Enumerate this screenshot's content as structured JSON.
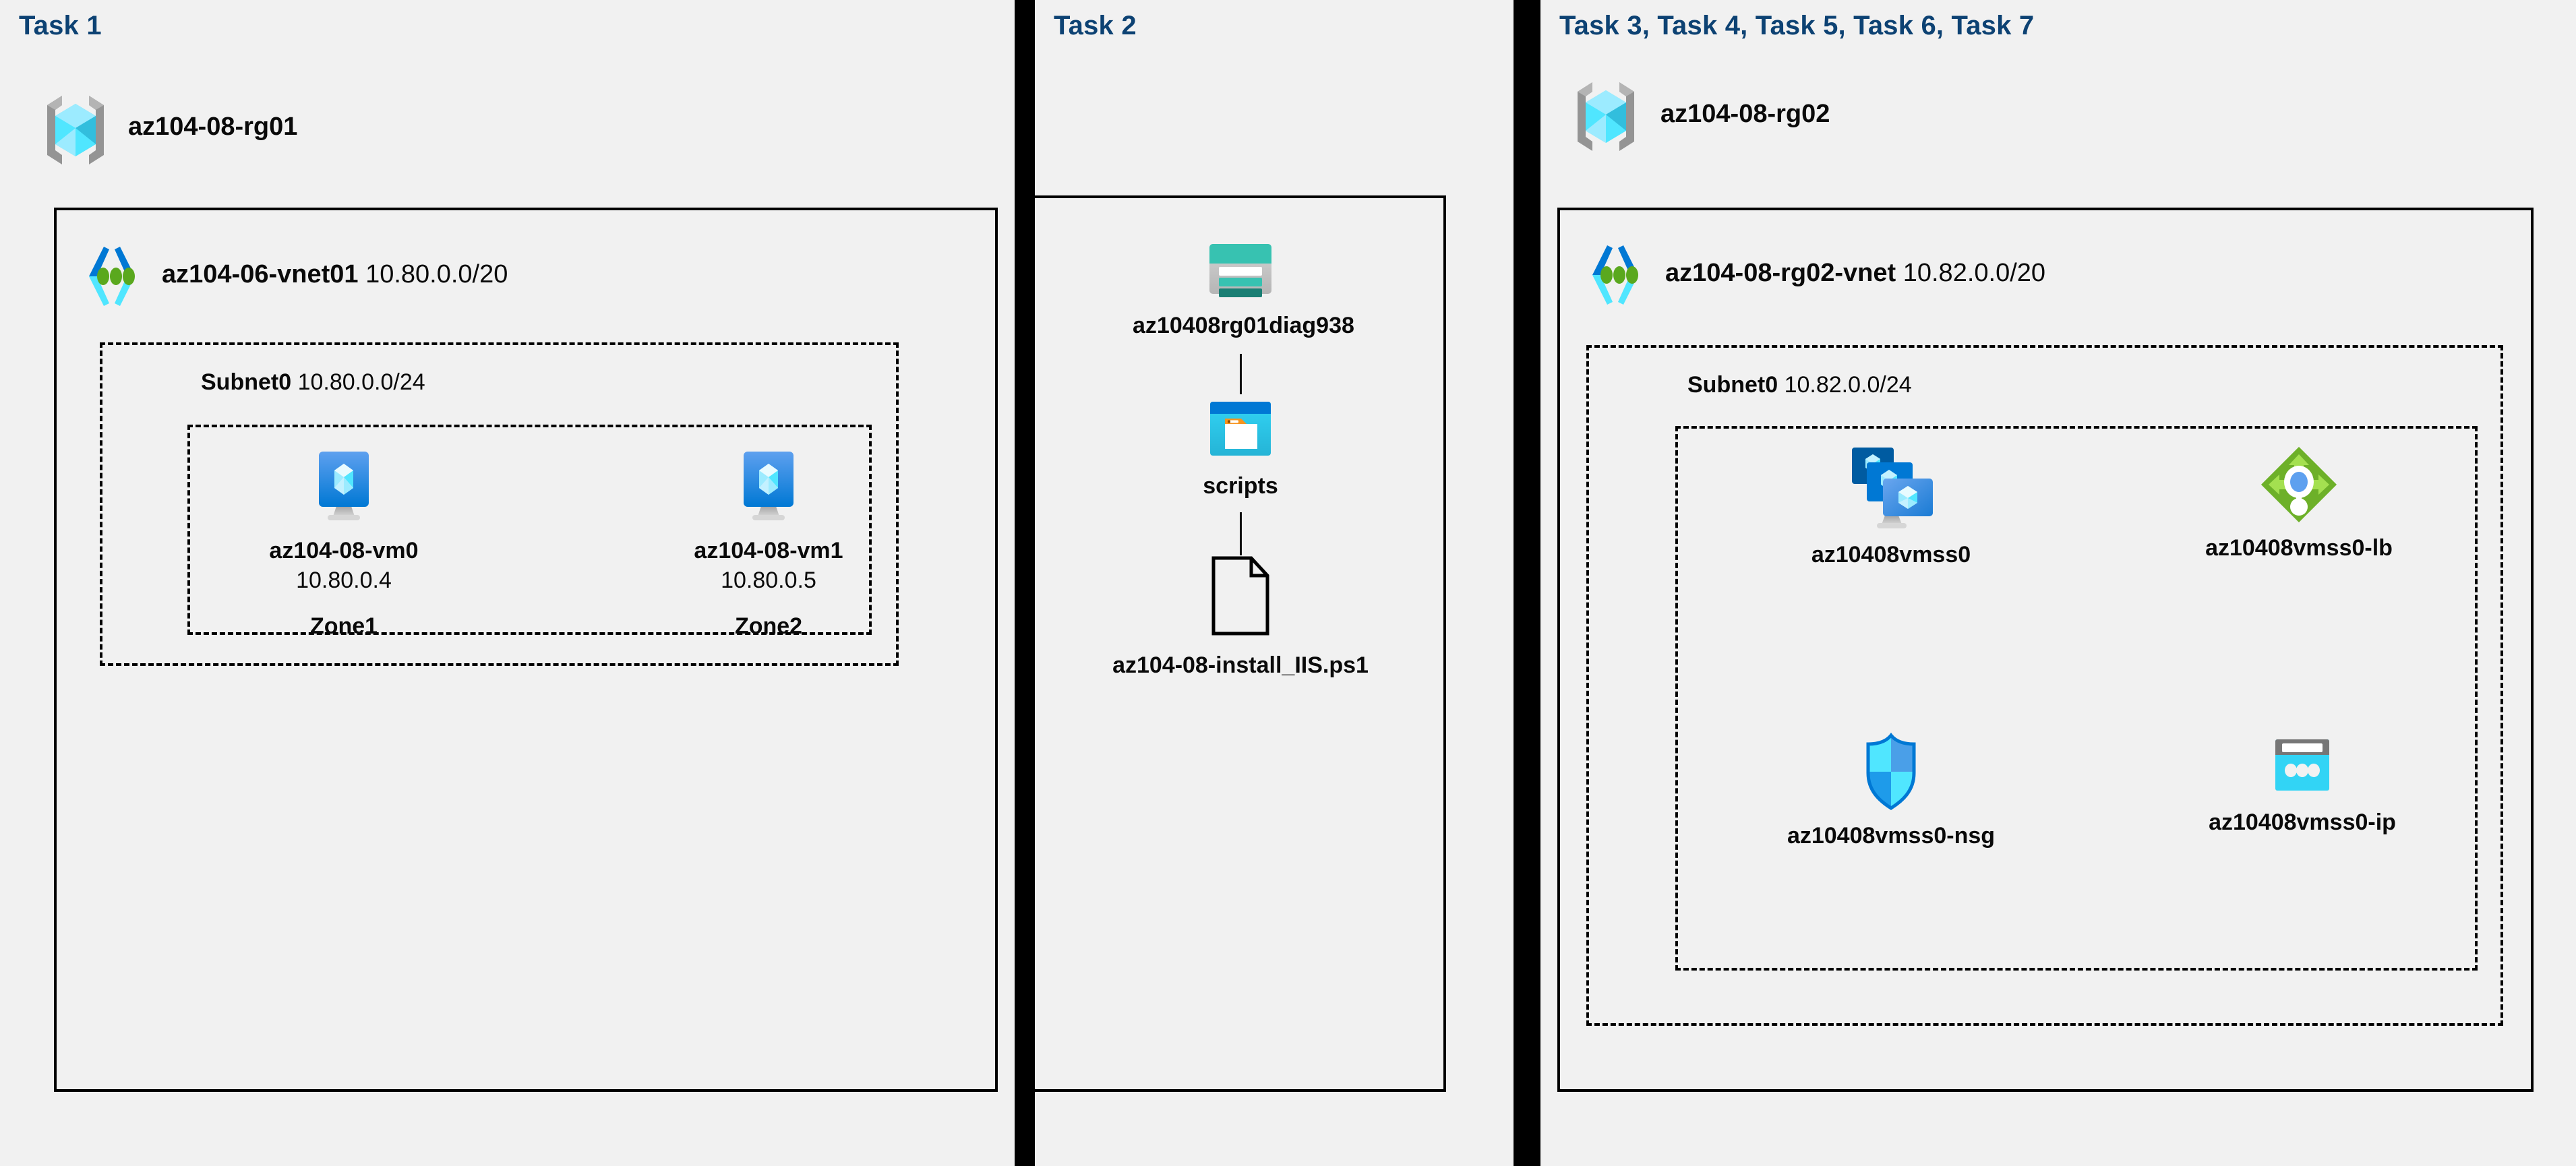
{
  "panels": [
    {
      "id": "task1",
      "title": "Task 1",
      "resource_group": {
        "name": "az104-08-rg01",
        "icon": "resource-group-icon"
      },
      "vnet": {
        "name": "az104-06-vnet01",
        "cidr": "10.80.0.0/20",
        "icon": "virtual-network-icon"
      },
      "subnet": {
        "name": "Subnet0",
        "cidr": "10.80.0.0/24"
      },
      "vms": [
        {
          "name": "az104-08-vm0",
          "ip": "10.80.0.4",
          "zone": "Zone1",
          "icon": "virtual-machine-icon"
        },
        {
          "name": "az104-08-vm1",
          "ip": "10.80.0.5",
          "zone": "Zone2",
          "icon": "virtual-machine-icon"
        }
      ]
    },
    {
      "id": "task2",
      "title": "Task 2",
      "nodes": [
        {
          "name": "az10408rg01diag938",
          "icon": "storage-account-icon"
        },
        {
          "name": "scripts",
          "icon": "blob-container-icon"
        },
        {
          "name": "az104-08-install_IIS.ps1",
          "icon": "script-file-icon"
        }
      ]
    },
    {
      "id": "task3to7",
      "title": "Task 3, Task 4, Task 5, Task 6, Task 7",
      "resource_group": {
        "name": "az104-08-rg02",
        "icon": "resource-group-icon"
      },
      "vnet": {
        "name": "az104-08-rg02-vnet",
        "cidr": "10.82.0.0/20",
        "icon": "virtual-network-icon"
      },
      "subnet": {
        "name": "Subnet0",
        "cidr": "10.82.0.0/24"
      },
      "resources": [
        {
          "name": "az10408vmss0",
          "icon": "vm-scale-set-icon"
        },
        {
          "name": "az10408vmss0-lb",
          "icon": "load-balancer-icon"
        },
        {
          "name": "az10408vmss0-nsg",
          "icon": "network-security-group-icon"
        },
        {
          "name": "az10408vmss0-ip",
          "icon": "public-ip-address-icon"
        }
      ]
    }
  ],
  "colors": {
    "background": "#f1f1f1",
    "task_title": "#0d4273",
    "border": "#000000",
    "azure_cyan": "#32d4f5",
    "azure_blue": "#0078d4",
    "lb_green": "#76bc2d",
    "storage_teal": "#37c2b1"
  }
}
